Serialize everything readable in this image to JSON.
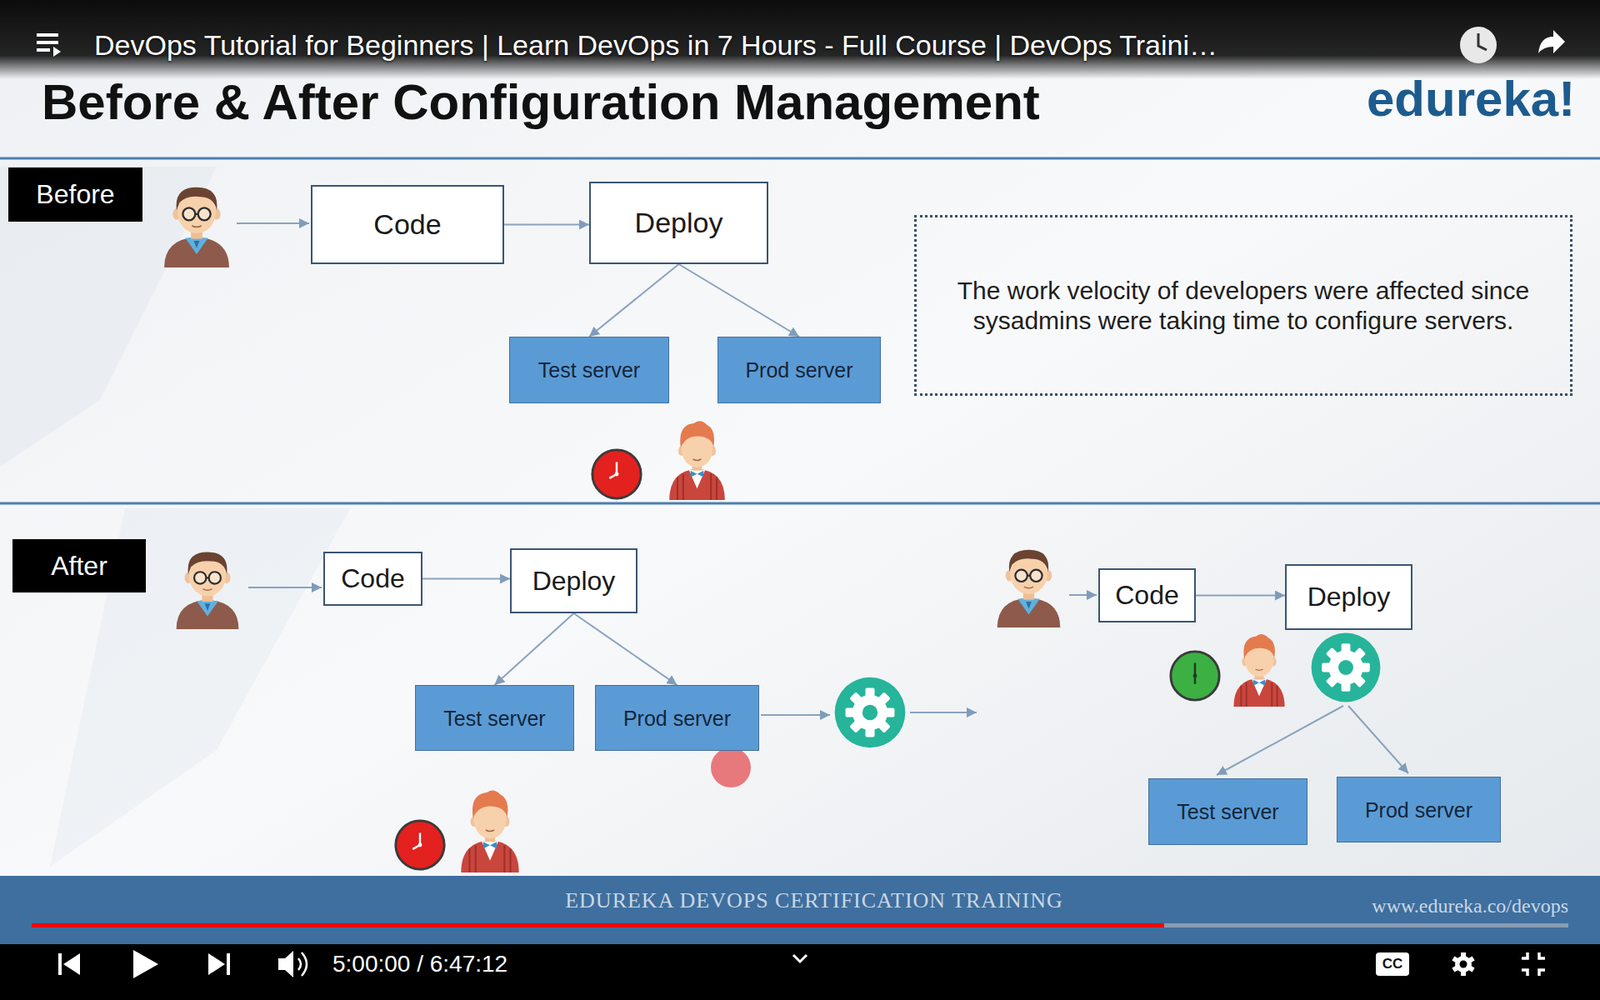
{
  "diagram": {
    "title": "Before & After Configuration Management",
    "nodes": [
      {
        "text": [
          "Before"
        ]
      },
      {
        "text": [
          "Code"
        ]
      },
      {
        "text": [
          "Deploy"
        ]
      },
      {
        "text": [
          "The work velocity of developers were affected since sysadmins were taking time to configure servers."
        ]
      },
      {
        "text": [
          "Test server"
        ]
      },
      {
        "text": [
          "Prod server"
        ]
      },
      {
        "text": [
          "After"
        ]
      },
      {
        "text": [
          "Code"
        ]
      },
      {
        "text": [
          "Deploy"
        ]
      },
      {
        "text": [
          "Code"
        ]
      },
      {
        "text": [
          "Deploy"
        ]
      },
      {
        "text": [
          "Test server"
        ]
      },
      {
        "text": [
          "Prod server"
        ]
      },
      {
        "text": [
          "Test server"
        ]
      },
      {
        "text": [
          "Prod server"
        ]
      }
    ],
    "edges": [
      {
        "from": 1,
        "to": 2,
        "arrow": "to"
      },
      {
        "from": 2,
        "to": 4,
        "arrow": "to"
      },
      {
        "from": 2,
        "to": 5,
        "arrow": "to"
      },
      {
        "from": 7,
        "to": 8,
        "arrow": "to"
      },
      {
        "from": 8,
        "to": 11,
        "arrow": "to"
      },
      {
        "from": 8,
        "to": 12,
        "arrow": "to"
      },
      {
        "from": 9,
        "to": 10,
        "arrow": "to"
      }
    ],
    "labels": [
      "DevOps Tutorial for Beginners | Learn DevOps in 7 Hours - Full Course | DevOps Traini…",
      "edureka!",
      "EDUREKA DEVOPS CERTIFICATION TRAINING",
      "www.edureka.co/devops",
      "5:00:00 / 6:47:12",
      "CC"
    ]
  }
}
